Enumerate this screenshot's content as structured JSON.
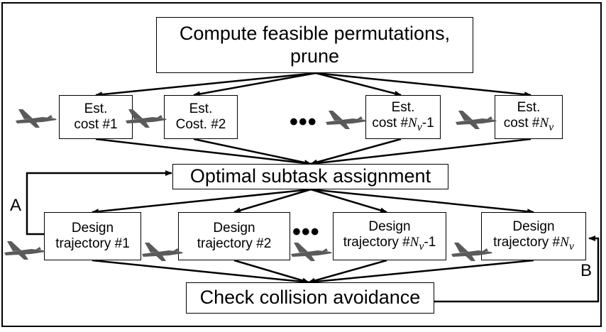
{
  "top": {
    "line1": "Compute feasible permutations,",
    "line2": "prune"
  },
  "costs": [
    {
      "l1": "Est.",
      "l2": "cost #1"
    },
    {
      "l1": "Est.",
      "l2": "Cost. #2"
    },
    {
      "l1": "Est.",
      "l2_pre": "cost #",
      "l2_sym": "N",
      "l2_sub": "v",
      "l2_post": "-1"
    },
    {
      "l1": "Est.",
      "l2_pre": "cost #",
      "l2_sym": "N",
      "l2_sub": "v",
      "l2_post": ""
    }
  ],
  "assignment": "Optimal subtask assignment",
  "designs": [
    {
      "l1": "Design",
      "l2": "trajectory #1"
    },
    {
      "l1": "Design",
      "l2": "trajectory #2"
    },
    {
      "l1": "Design",
      "l2_pre": "trajectory #",
      "l2_sym": "N",
      "l2_sub": "v",
      "l2_post": "-1"
    },
    {
      "l1": "Design",
      "l2_pre": "trajectory #",
      "l2_sym": "N",
      "l2_sub": "v",
      "l2_post": ""
    }
  ],
  "collision": "Check collision avoidance",
  "label_a": "A",
  "label_b": "B",
  "ellipsis": "•••",
  "colors": {
    "line": "#000000",
    "plane": "#5a5a5a"
  }
}
